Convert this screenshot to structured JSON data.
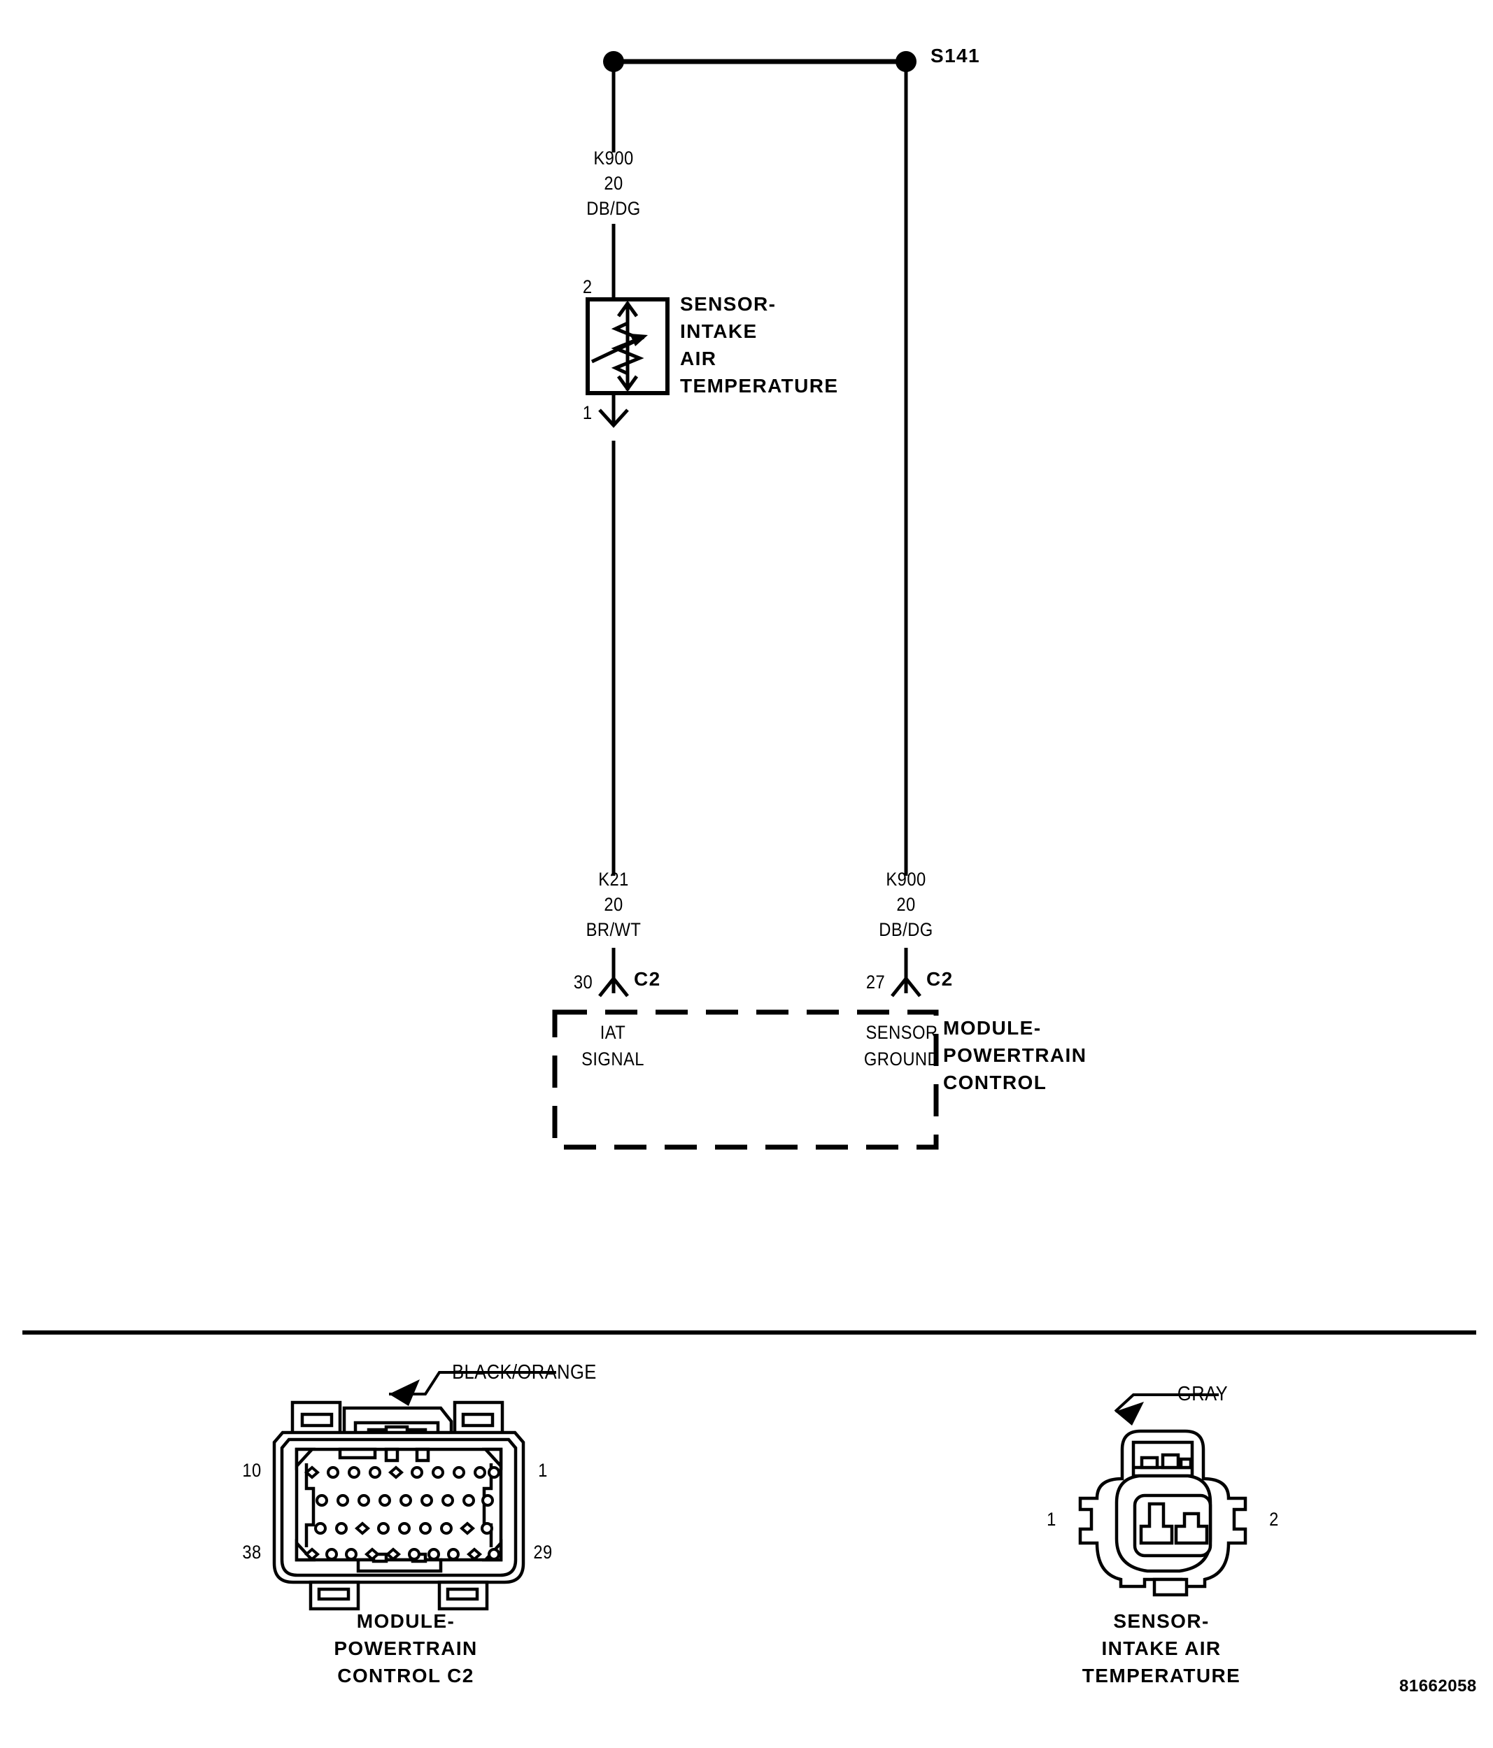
{
  "diagram": {
    "id_number": "81662058",
    "splice": {
      "label": "S141"
    },
    "sensor": {
      "name_lines": [
        "SENSOR-",
        "INTAKE",
        "AIR",
        "TEMPERATURE"
      ],
      "pin_top": "2",
      "pin_bottom": "1",
      "symbol": "thermistor"
    },
    "wires": [
      {
        "name": "wire-k900-upper",
        "circuit": "K900",
        "gauge": "20",
        "color_code": "DB/DG"
      },
      {
        "name": "wire-k21",
        "circuit": "K21",
        "gauge": "20",
        "color_code": "BR/WT"
      },
      {
        "name": "wire-k900-lower",
        "circuit": "K900",
        "gauge": "20",
        "color_code": "DB/DG"
      }
    ],
    "module": {
      "name_lines": [
        "MODULE-",
        "POWERTRAIN",
        "CONTROL"
      ],
      "terminals": [
        {
          "name": "iat-signal",
          "pin": "30",
          "connector": "C2",
          "function_lines": [
            "IAT",
            "SIGNAL"
          ]
        },
        {
          "name": "sensor-ground",
          "pin": "27",
          "connector": "C2",
          "function_lines": [
            "SENSOR",
            "GROUND"
          ]
        }
      ]
    }
  },
  "connector_views": [
    {
      "name": "pcm-c2-connector",
      "callout": "BLACK/ORANGE",
      "pin_top_left": "10",
      "pin_top_right": "1",
      "pin_bottom_left": "38",
      "pin_bottom_right": "29",
      "caption_lines": [
        "MODULE-",
        "POWERTRAIN",
        "CONTROL C2"
      ],
      "row_counts": [
        10,
        9,
        9,
        10
      ]
    },
    {
      "name": "iat-sensor-connector",
      "callout": "GRAY",
      "pin_left": "1",
      "pin_right": "2",
      "caption_lines": [
        "SENSOR-",
        "INTAKE AIR",
        "TEMPERATURE"
      ]
    }
  ],
  "colors": {
    "ink": "#000000",
    "paper": "#ffffff"
  }
}
